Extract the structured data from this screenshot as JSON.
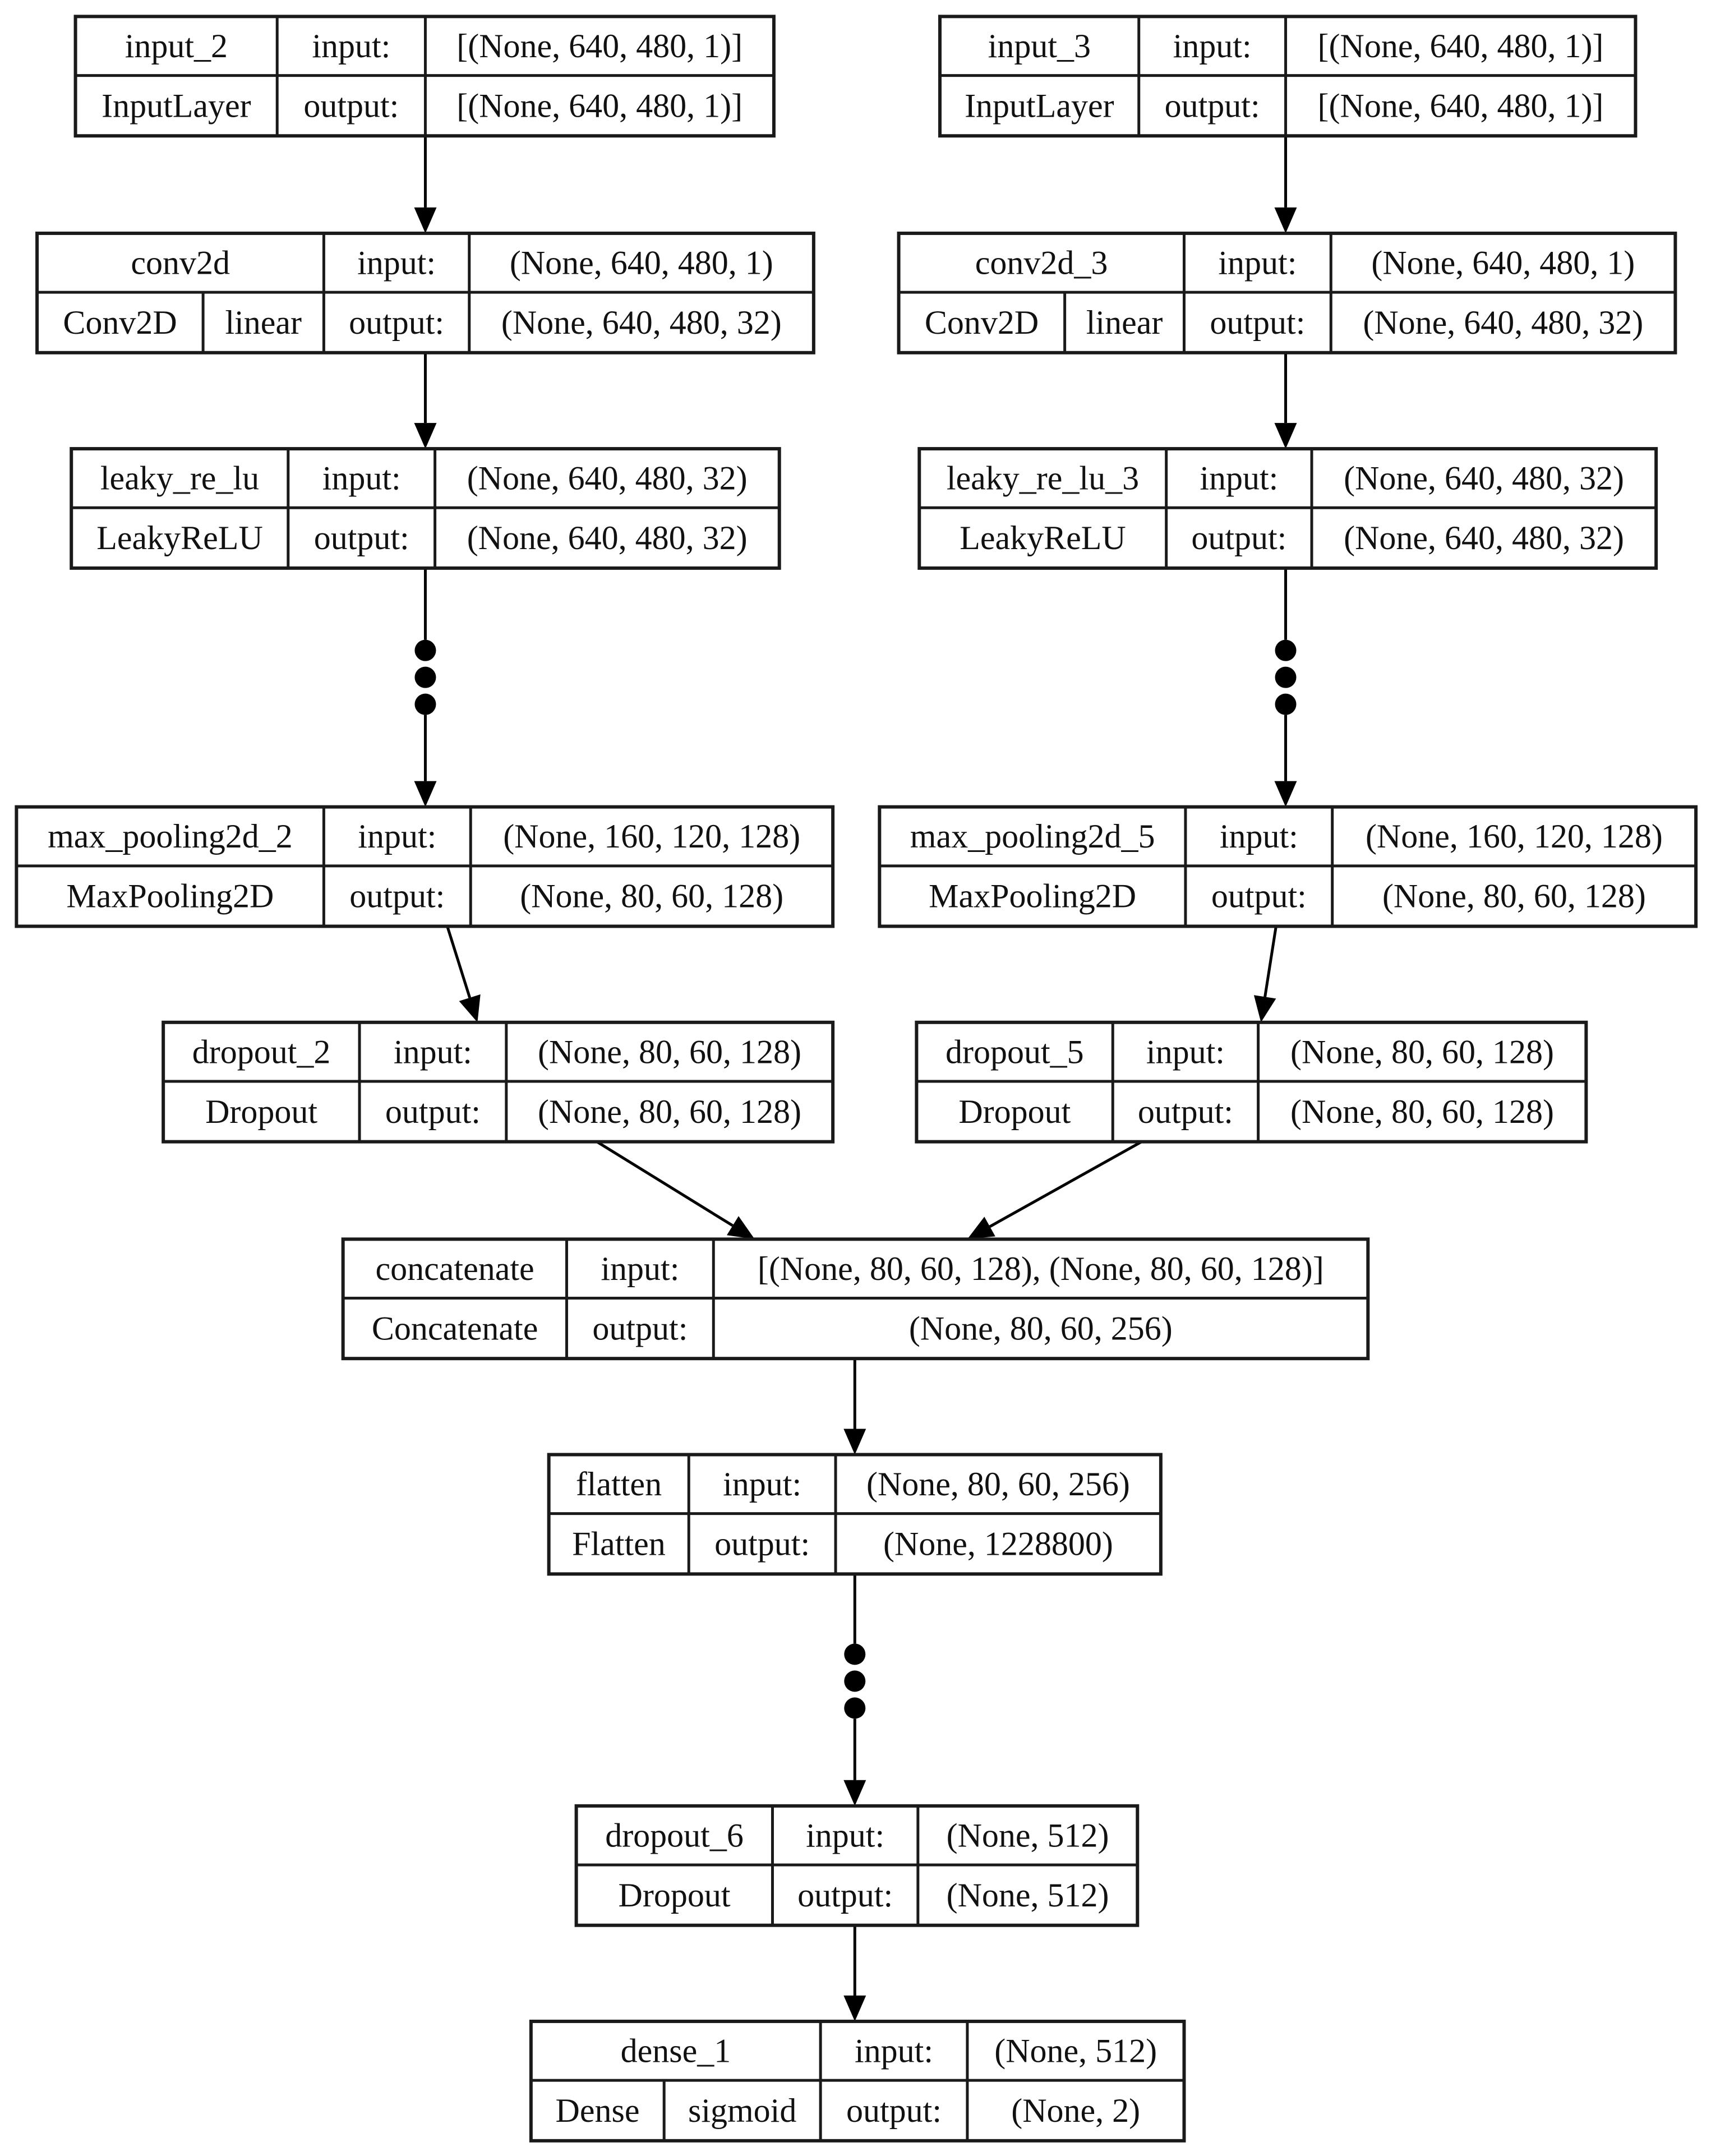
{
  "diagram": {
    "type": "keras-model-plot",
    "line_color": "#000000",
    "box_border_color": "#1a1a1a",
    "background": "#ffffff",
    "nodes": [
      {
        "id": "input_2",
        "name": "input_2",
        "class": "InputLayer",
        "activation": "",
        "in_label": "input:",
        "out_label": "output:",
        "input": "[(None, 640, 480, 1)]",
        "output": "[(None, 640, 480, 1)]"
      },
      {
        "id": "input_3",
        "name": "input_3",
        "class": "InputLayer",
        "activation": "",
        "in_label": "input:",
        "out_label": "output:",
        "input": "[(None, 640, 480, 1)]",
        "output": "[(None, 640, 480, 1)]"
      },
      {
        "id": "conv2d",
        "name": "conv2d",
        "class": "Conv2D",
        "activation": "linear",
        "in_label": "input:",
        "out_label": "output:",
        "input": "(None, 640, 480, 1)",
        "output": "(None, 640, 480, 32)"
      },
      {
        "id": "conv2d_3",
        "name": "conv2d_3",
        "class": "Conv2D",
        "activation": "linear",
        "in_label": "input:",
        "out_label": "output:",
        "input": "(None, 640, 480, 1)",
        "output": "(None, 640, 480, 32)"
      },
      {
        "id": "leaky_re_lu",
        "name": "leaky_re_lu",
        "class": "LeakyReLU",
        "activation": "",
        "in_label": "input:",
        "out_label": "output:",
        "input": "(None, 640, 480, 32)",
        "output": "(None, 640, 480, 32)"
      },
      {
        "id": "leaky_re_lu_3",
        "name": "leaky_re_lu_3",
        "class": "LeakyReLU",
        "activation": "",
        "in_label": "input:",
        "out_label": "output:",
        "input": "(None, 640, 480, 32)",
        "output": "(None, 640, 480, 32)"
      },
      {
        "id": "max_pooling2d_2",
        "name": "max_pooling2d_2",
        "class": "MaxPooling2D",
        "activation": "",
        "in_label": "input:",
        "out_label": "output:",
        "input": "(None, 160, 120, 128)",
        "output": "(None, 80, 60, 128)"
      },
      {
        "id": "max_pooling2d_5",
        "name": "max_pooling2d_5",
        "class": "MaxPooling2D",
        "activation": "",
        "in_label": "input:",
        "out_label": "output:",
        "input": "(None, 160, 120, 128)",
        "output": "(None, 80, 60, 128)"
      },
      {
        "id": "dropout_2",
        "name": "dropout_2",
        "class": "Dropout",
        "activation": "",
        "in_label": "input:",
        "out_label": "output:",
        "input": "(None, 80, 60, 128)",
        "output": "(None, 80, 60, 128)"
      },
      {
        "id": "dropout_5",
        "name": "dropout_5",
        "class": "Dropout",
        "activation": "",
        "in_label": "input:",
        "out_label": "output:",
        "input": "(None, 80, 60, 128)",
        "output": "(None, 80, 60, 128)"
      },
      {
        "id": "concatenate",
        "name": "concatenate",
        "class": "Concatenate",
        "activation": "",
        "in_label": "input:",
        "out_label": "output:",
        "input": "[(None, 80, 60, 128), (None, 80, 60, 128)]",
        "output": "(None, 80, 60, 256)"
      },
      {
        "id": "flatten",
        "name": "flatten",
        "class": "Flatten",
        "activation": "",
        "in_label": "input:",
        "out_label": "output:",
        "input": "(None, 80, 60, 256)",
        "output": "(None, 1228800)"
      },
      {
        "id": "dropout_6",
        "name": "dropout_6",
        "class": "Dropout",
        "activation": "",
        "in_label": "input:",
        "out_label": "output:",
        "input": "(None, 512)",
        "output": "(None, 512)"
      },
      {
        "id": "dense_1",
        "name": "dense_1",
        "class": "Dense",
        "activation": "sigmoid",
        "in_label": "input:",
        "out_label": "output:",
        "input": "(None, 512)",
        "output": "(None, 2)"
      }
    ],
    "edges": [
      {
        "from": "input_2",
        "to": "conv2d",
        "elided": false
      },
      {
        "from": "input_3",
        "to": "conv2d_3",
        "elided": false
      },
      {
        "from": "conv2d",
        "to": "leaky_re_lu",
        "elided": false
      },
      {
        "from": "conv2d_3",
        "to": "leaky_re_lu_3",
        "elided": false
      },
      {
        "from": "leaky_re_lu",
        "to": "max_pooling2d_2",
        "elided": true
      },
      {
        "from": "leaky_re_lu_3",
        "to": "max_pooling2d_5",
        "elided": true
      },
      {
        "from": "max_pooling2d_2",
        "to": "dropout_2",
        "elided": false
      },
      {
        "from": "max_pooling2d_5",
        "to": "dropout_5",
        "elided": false
      },
      {
        "from": "dropout_2",
        "to": "concatenate",
        "elided": false
      },
      {
        "from": "dropout_5",
        "to": "concatenate",
        "elided": false
      },
      {
        "from": "concatenate",
        "to": "flatten",
        "elided": false
      },
      {
        "from": "flatten",
        "to": "dropout_6",
        "elided": true
      },
      {
        "from": "dropout_6",
        "to": "dense_1",
        "elided": false
      }
    ]
  }
}
